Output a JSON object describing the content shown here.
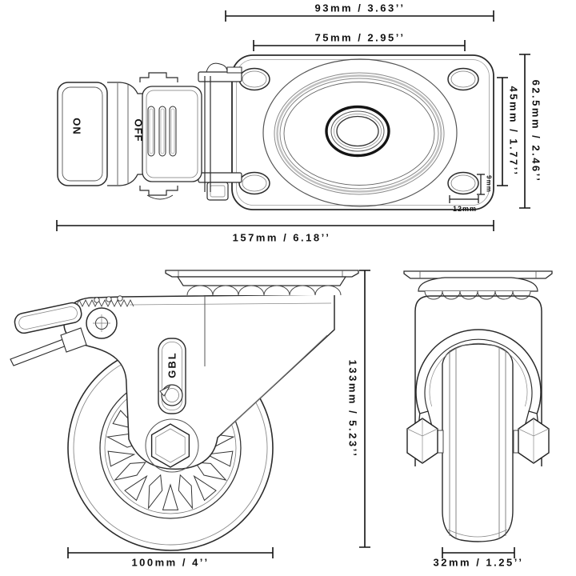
{
  "page": {
    "title": "Swivel caster with brake - dimensional technical drawing",
    "background": "#ffffff"
  },
  "colors": {
    "line": "#2b2b2b",
    "line_light": "#8a8a8a",
    "text": "#111111"
  },
  "views": {
    "lever": {
      "on": "ON",
      "off": "OFF"
    },
    "caster_side": {
      "brand": "GBL"
    }
  },
  "dimensions": {
    "overall_width": "93mm / 3.63’’",
    "bolt_spacing_width": "75mm / 2.95’’",
    "overall_depth": "62.5mm / 2.46’’",
    "bolt_spacing_depth": "45mm / 1.77’’",
    "bolt_hole_height": "9mm",
    "bolt_hole_width": "12mm",
    "total_length": "157mm / 6.18’’",
    "overall_height": "133mm / 5.23’’",
    "wheel_diameter": "100mm / 4’’",
    "wheel_width": "32mm / 1.25’’"
  }
}
